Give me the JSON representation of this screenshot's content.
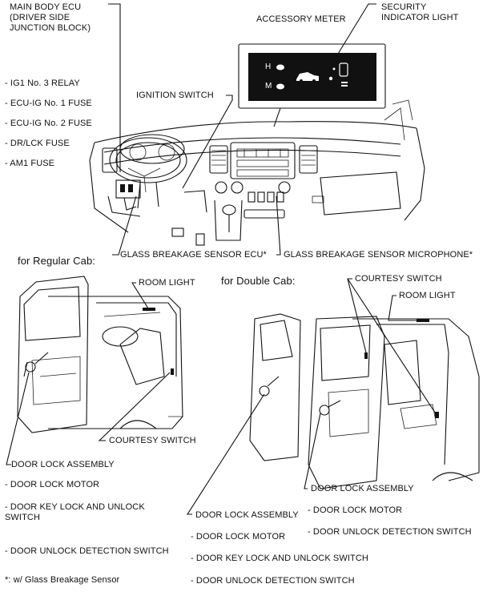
{
  "labels": {
    "main_body_ecu": "MAIN BODY ECU\n(DRIVER SIDE\nJUNCTION BLOCK)",
    "accessory_meter": "ACCESSORY METER",
    "security_indicator_light": "SECURITY\nINDICATOR LIGHT",
    "ig1_relay": "- IG1 No. 3 RELAY",
    "ecu_ig1_fuse": "- ECU-IG No. 1 FUSE",
    "ecu_ig2_fuse": "- ECU-IG No. 2 FUSE",
    "dr_lck_fuse": "- DR/LCK FUSE",
    "am1_fuse": "- AM1 FUSE",
    "ignition_switch": "IGNITION SWITCH",
    "glass_breakage_sensor_ecu": "GLASS BREAKAGE SENSOR ECU*",
    "glass_breakage_sensor_microphone": "GLASS BREAKAGE SENSOR MICROPHONE*",
    "for_regular_cab": "for Regular Cab:",
    "for_double_cab": "for Double Cab:",
    "room_light_regular": "ROOM LIGHT",
    "room_light_double": "ROOM LIGHT",
    "courtesy_switch_double": "COURTESY SWITCH",
    "courtesy_switch_regular": "COURTESY SWITCH",
    "door_lock_assembly_regular": "DOOR LOCK ASSEMBLY",
    "regular_items": [
      "- DOOR LOCK MOTOR",
      "- DOOR KEY LOCK AND UNLOCK\nSWITCH",
      "- DOOR UNLOCK DETECTION SWITCH"
    ],
    "door_lock_assembly_double_rear": "DOOR LOCK ASSEMBLY",
    "double_rear_items": [
      "- DOOR LOCK MOTOR",
      "- DOOR UNLOCK DETECTION SWITCH"
    ],
    "door_lock_assembly_double_front": "DOOR LOCK ASSEMBLY",
    "double_front_items": [
      "- DOOR LOCK MOTOR",
      "- DOOR KEY LOCK AND UNLOCK SWITCH",
      "- DOOR UNLOCK DETECTION SWITCH"
    ],
    "footnote": "*: w/ Glass Breakage Sensor"
  },
  "meter_panel": {
    "h_label": "H",
    "m_label": "M"
  }
}
